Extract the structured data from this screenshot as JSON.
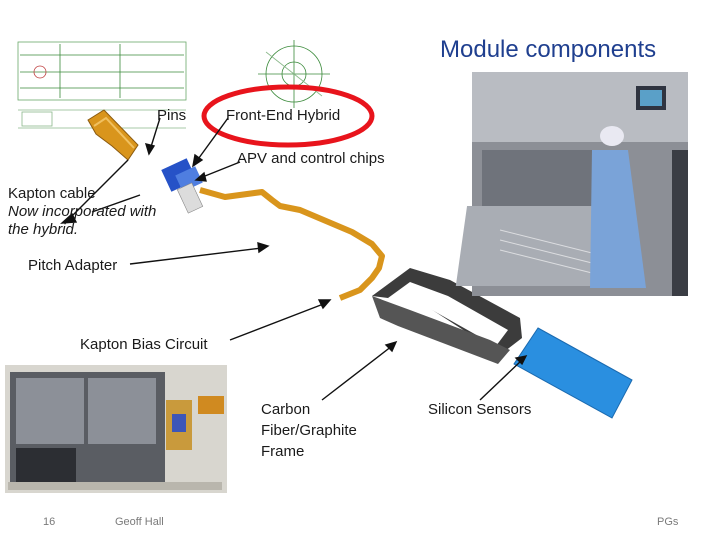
{
  "slide": {
    "title": "Module components",
    "labels": {
      "pins": "Pins",
      "front_end_hybrid": "Front-End Hybrid",
      "apv_chips": "APV and control chips",
      "kapton_cable": "Kapton cable",
      "kapton_cable_note": "Now incorporated with the hybrid.",
      "pitch_adapter": "Pitch Adapter",
      "kapton_bias": "Kapton Bias Circuit",
      "carbon_frame": "Carbon Fiber/Graphite Frame",
      "silicon_sensors": "Silicon Sensors"
    },
    "footer": {
      "slide_number": "16",
      "author": "Geoff Hall",
      "right_text": "PGs"
    },
    "colors": {
      "title": "#1f3f8f",
      "highlight_ellipse": "#e8141c",
      "kapton_orange": "#d9951c",
      "carbon_frame": "#3c3c3c",
      "silicon_blue": "#2a8fe0",
      "apv_blue": "#2652c7"
    }
  }
}
